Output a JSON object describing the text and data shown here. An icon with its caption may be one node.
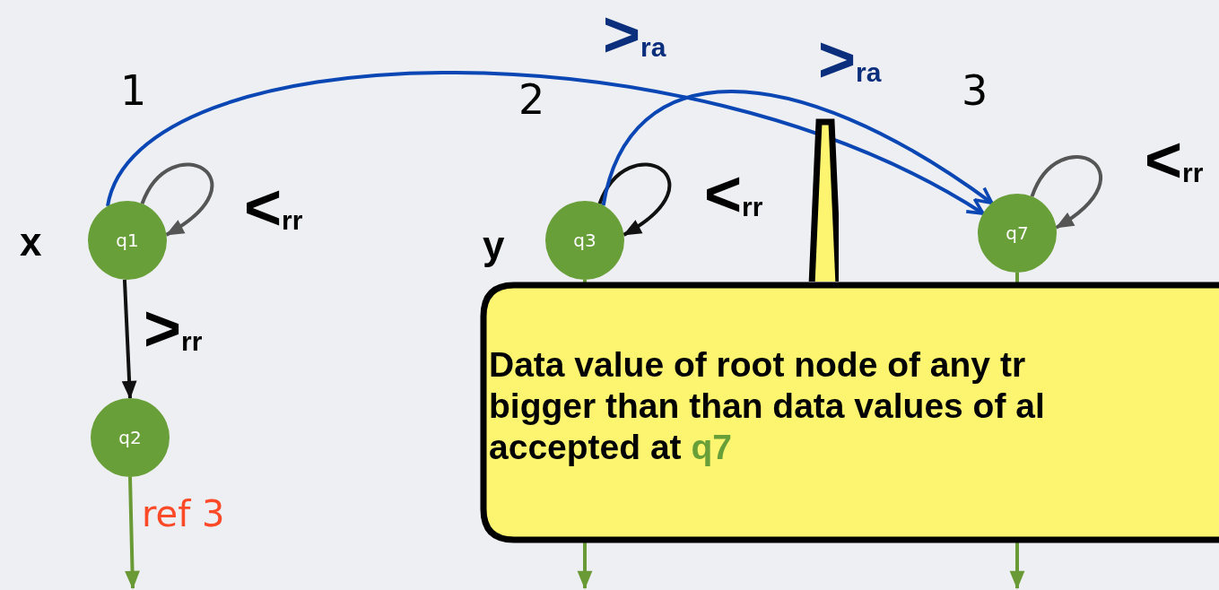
{
  "diagram": {
    "nodes": [
      {
        "text": [
          "q1"
        ],
        "beside": [
          "x"
        ]
      },
      {
        "text": [
          "q2"
        ]
      },
      {
        "text": [
          "q3"
        ],
        "beside": [
          "y"
        ]
      },
      {
        "text": [
          "q7"
        ]
      },
      {
        "text": [
          "Data value of root node of any tr bigger than than data values of al accepted at",
          "q7"
        ]
      },
      {
        "text": [],
        "shape": "triangle"
      }
    ],
    "edges": [
      {
        "from": 0,
        "to": 0,
        "arrow": "to",
        "label": "<$_{rr}$",
        "color": "#555555"
      },
      {
        "from": 0,
        "to": 1,
        "arrow": "to",
        "label": ">$_{rr}$",
        "color": "#111111"
      },
      {
        "from": 0,
        "to": 3,
        "arrow": "to",
        "label": ">$_{ra}$",
        "color": "#0a47b4"
      },
      {
        "from": 2,
        "to": 2,
        "arrow": "to",
        "label": "<$_{rr}$",
        "color": "#111111"
      },
      {
        "from": 2,
        "to": 3,
        "arrow": "to",
        "label": ">$_{ra}$",
        "color": "#0a47b4"
      },
      {
        "from": 3,
        "to": 3,
        "arrow": "to",
        "label": "<$_{rr}$",
        "color": "#555555"
      },
      {
        "from": 1,
        "to": null,
        "arrow": "to",
        "label": "ref 3",
        "color": "#6a9a35"
      },
      {
        "from": 2,
        "to": null,
        "arrow": "to",
        "color": "#6a9a35"
      },
      {
        "from": 3,
        "to": null,
        "arrow": "to",
        "color": "#6a9a35"
      }
    ],
    "labels": [
      "1",
      "2",
      "3"
    ]
  }
}
